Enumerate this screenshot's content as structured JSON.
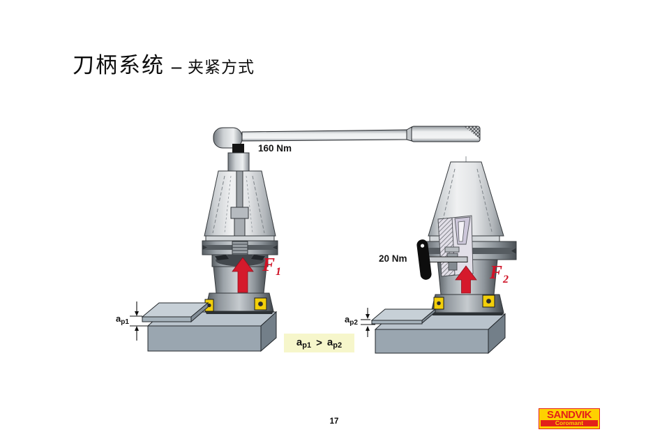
{
  "title": {
    "main": "刀柄系统",
    "separator": "–",
    "sub": "夹紧方式"
  },
  "figures": {
    "left": {
      "torque": "160 Nm",
      "force_base": "F",
      "force_sub": "1",
      "depth_base": "a",
      "depth_sub": "p1"
    },
    "right": {
      "torque": "20 Nm",
      "force_base": "F",
      "force_sub": "2",
      "depth_base": "a",
      "depth_sub": "p2"
    }
  },
  "note": {
    "lhs_base": "a",
    "lhs_sub": "p1",
    "operator": ">",
    "rhs_base": "a",
    "rhs_sub": "p2"
  },
  "footer": {
    "page_number": "17"
  },
  "logo": {
    "brand": "SANDVIK",
    "division": "Coromant"
  },
  "colors": {
    "accent_red": "#d51a2c",
    "note_bg": "#f6f6cb",
    "logo_yellow": "#fed100",
    "logo_red": "#e32119",
    "workpiece_gray": "#99a5af",
    "insert_yellow": "#f3cf0a"
  }
}
